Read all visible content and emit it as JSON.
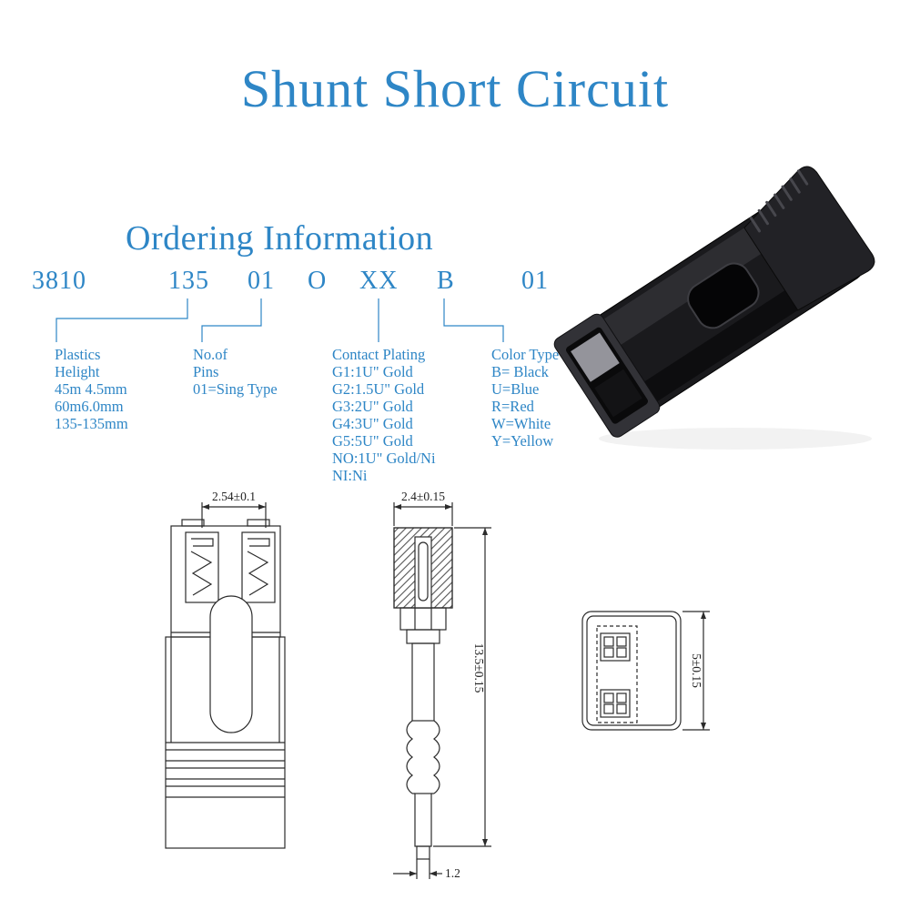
{
  "page": {
    "title": "Shunt Short Circuit"
  },
  "colors": {
    "accent_blue": "#2e86c6",
    "drawing_line": "#2b2b2b"
  },
  "product": {
    "image": "black-jumper-shunt-connector"
  },
  "ordering": {
    "heading": "Ordering Information",
    "code_parts": [
      "3810",
      "135",
      "01",
      "O",
      "XX",
      "B",
      "01"
    ],
    "groups": [
      {
        "name": "plastics-height",
        "lines": [
          "Plastics",
          "Helight",
          "45m 4.5mm",
          "60m6.0mm",
          "135-135mm"
        ]
      },
      {
        "name": "number-of-pins",
        "lines": [
          "No.of",
          "Pins",
          "01=Sing Type"
        ]
      },
      {
        "name": "contact-plating",
        "lines": [
          "Contact Plating",
          "G1:1U\" Gold",
          "G2:1.5U\" Gold",
          "G3:2U\" Gold",
          "G4:3U\" Gold",
          "G5:5U\" Gold",
          "NO:1U\" Gold/Ni",
          "NI:Ni"
        ]
      },
      {
        "name": "color-type",
        "lines": [
          "Color Type",
          "B= Black",
          "U=Blue",
          "R=Red",
          "W=White",
          "Y=Yellow"
        ]
      }
    ]
  },
  "drawings": {
    "front_view": {
      "dim_pitch": "2.54±0.1"
    },
    "side_view": {
      "dim_width": "2.4±0.15",
      "dim_height": "13.5±0.15",
      "dim_tip": "1.2"
    },
    "top_view": {
      "dim_height": "5±0.15"
    }
  }
}
